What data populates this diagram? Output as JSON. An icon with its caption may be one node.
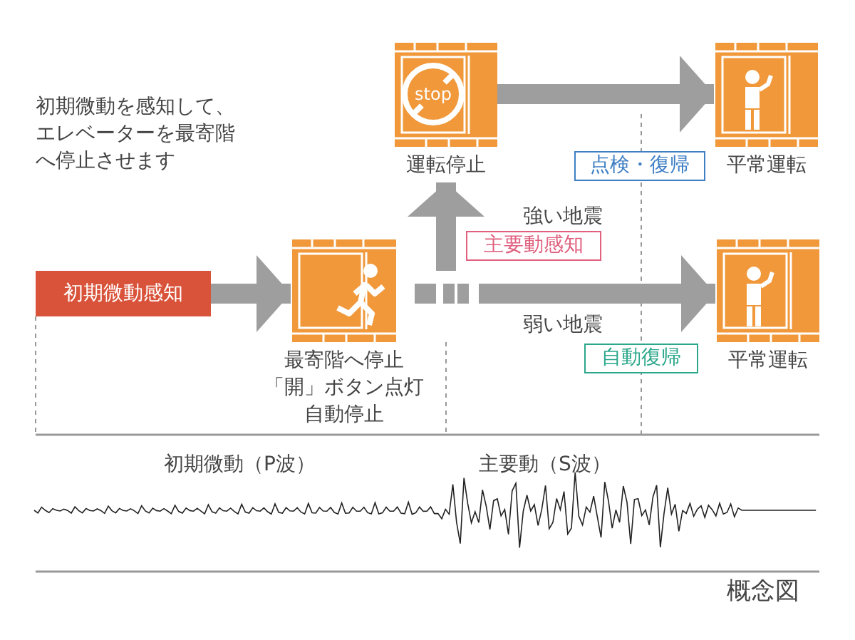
{
  "diagram": {
    "nodes": [
      {
        "text": [
          "初期微動感知"
        ]
      },
      {
        "text": [
          "最寄階へ停止",
          "「開」ボタン点灯",
          "自動停止"
        ]
      },
      {
        "text": [
          "stop",
          "運転停止"
        ]
      },
      {
        "text": [
          "平常運転"
        ]
      },
      {
        "text": [
          "平常運転"
        ]
      },
      {
        "text": [
          "主要動感知"
        ]
      },
      {
        "text": [
          "点検・復帰"
        ]
      },
      {
        "text": [
          "自動復帰"
        ]
      }
    ],
    "edges": [
      {
        "from": 0,
        "to": 1,
        "arrow": "to"
      },
      {
        "from": 1,
        "to": 2,
        "arrow": "to",
        "label": "強い地震",
        "style": "dashed"
      },
      {
        "from": 1,
        "to": 4,
        "arrow": "to",
        "label": "弱い地震",
        "style": "dashed"
      },
      {
        "from": 2,
        "to": 3,
        "arrow": "to"
      }
    ],
    "labels": [
      "初期微動を感知して、エレベーターを最寄階へ停止させます",
      "初期微動（P波）",
      "主要動（S波）",
      "概念図"
    ]
  }
}
